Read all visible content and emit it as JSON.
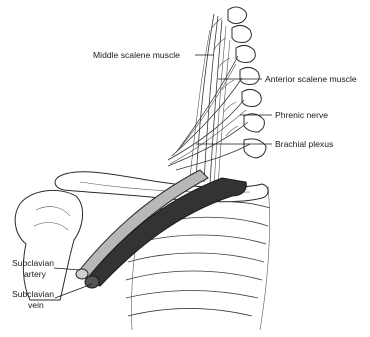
{
  "labels": {
    "middle_scalene": "Middle scalene muscle",
    "anterior_scalene": "Anterior scalene muscle",
    "phrenic_nerve": "Phrenic nerve",
    "brachial_plexus": "Brachial plexus",
    "subclavian_artery_line1": "Subclavian",
    "subclavian_artery_line2": "artery",
    "subclavian_vein_line1": "Subclavian",
    "subclavian_vein_line2": "vein"
  },
  "colors": {
    "ink": "#2c2c2c",
    "artery": "#8a8a8a",
    "vein": "#333333",
    "background": "#ffffff"
  }
}
